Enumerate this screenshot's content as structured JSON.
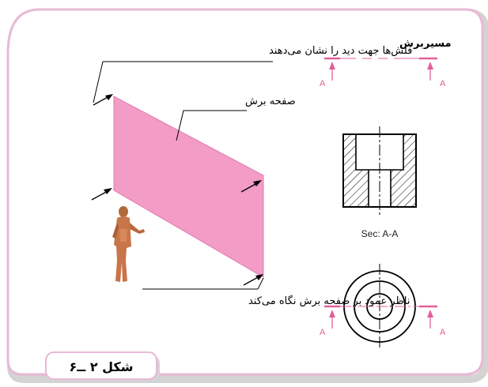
{
  "labels": {
    "arrows_show_view": "فلش‌ها جهت دید را نشان می‌دهند",
    "cutting_plane": "صفحه برش",
    "observer_note": "ناظر عمود بر صفحه برش نگاه می‌کند",
    "cutting_path": "مسیربرش",
    "section_name": "Sec: A-A",
    "section_letter": "A",
    "figure_label": "شکل ۲ ــ۶"
  },
  "colors": {
    "frame_stroke": "#e9b8d6",
    "frame_shadow": "#d3d3d3",
    "plane_fill": "#f29cc6",
    "accent_pink": "#e0609a",
    "line": "#000000"
  },
  "icons": {
    "observer": "standing-person-figure"
  }
}
